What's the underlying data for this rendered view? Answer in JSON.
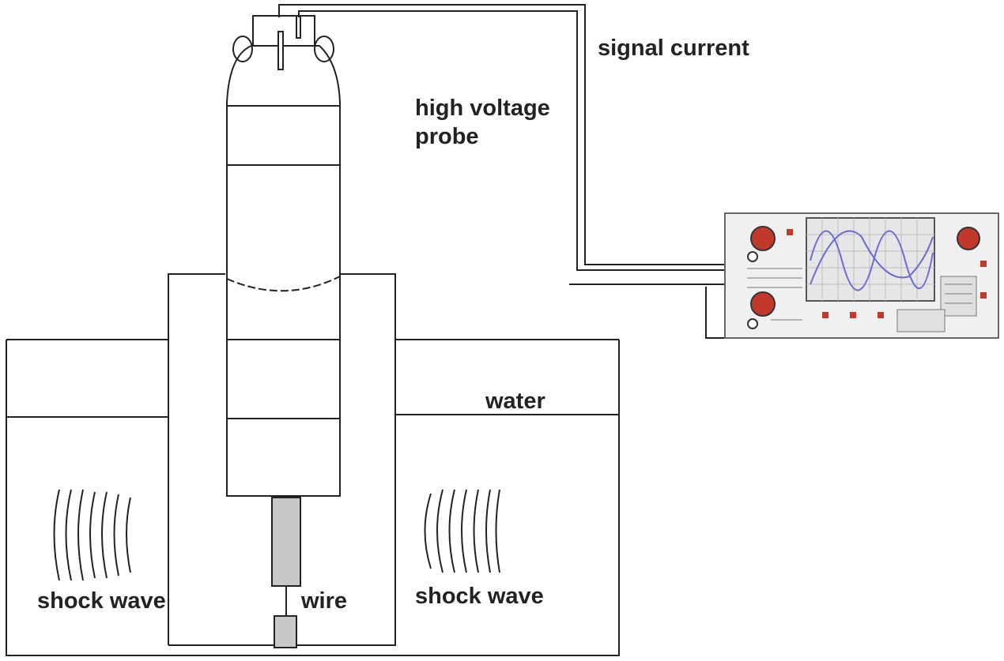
{
  "labels": {
    "signal_current": "signal current",
    "high_voltage_line1": "high voltage",
    "high_voltage_line2": "probe",
    "water": "water",
    "shock_wave_left": "shock wave",
    "wire": "wire",
    "shock_wave_right": "shock wave"
  },
  "colors": {
    "line": "#222222",
    "wire_fill": "#c8c8c8",
    "scope_body": "#f0f0f0",
    "scope_screen": "#e6e6e6",
    "knob": "#c0392b",
    "trace": "#6b6bd6"
  },
  "icons": {
    "oscilloscope": "oscilloscope-icon",
    "probe": "high-voltage-probe-icon"
  }
}
